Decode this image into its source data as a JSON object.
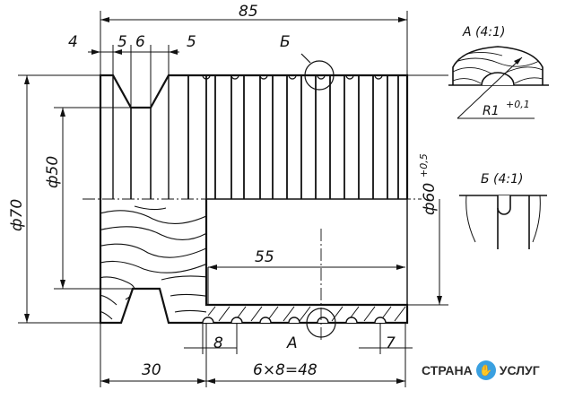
{
  "drawing": {
    "dims": {
      "overall_length": "85",
      "d4": "4",
      "d5a": "5",
      "d6": "6",
      "d5b": "5",
      "diam70": "ф70",
      "diam50": "ф50",
      "diam60": "ф60",
      "diam60_tol": "+0,5",
      "bore_length": "55",
      "d30": "30",
      "pitch": "6×8=48",
      "d8": "8",
      "d7": "7"
    },
    "labels": {
      "view_b": "Б",
      "view_a": "А",
      "detail_a_title": "А (4:1)",
      "detail_b_title": "Б (4:1)",
      "radius": "R1",
      "radius_tol": "+0,1"
    }
  },
  "watermark": {
    "left": "СТРАНА",
    "right": "УСЛУГ"
  }
}
